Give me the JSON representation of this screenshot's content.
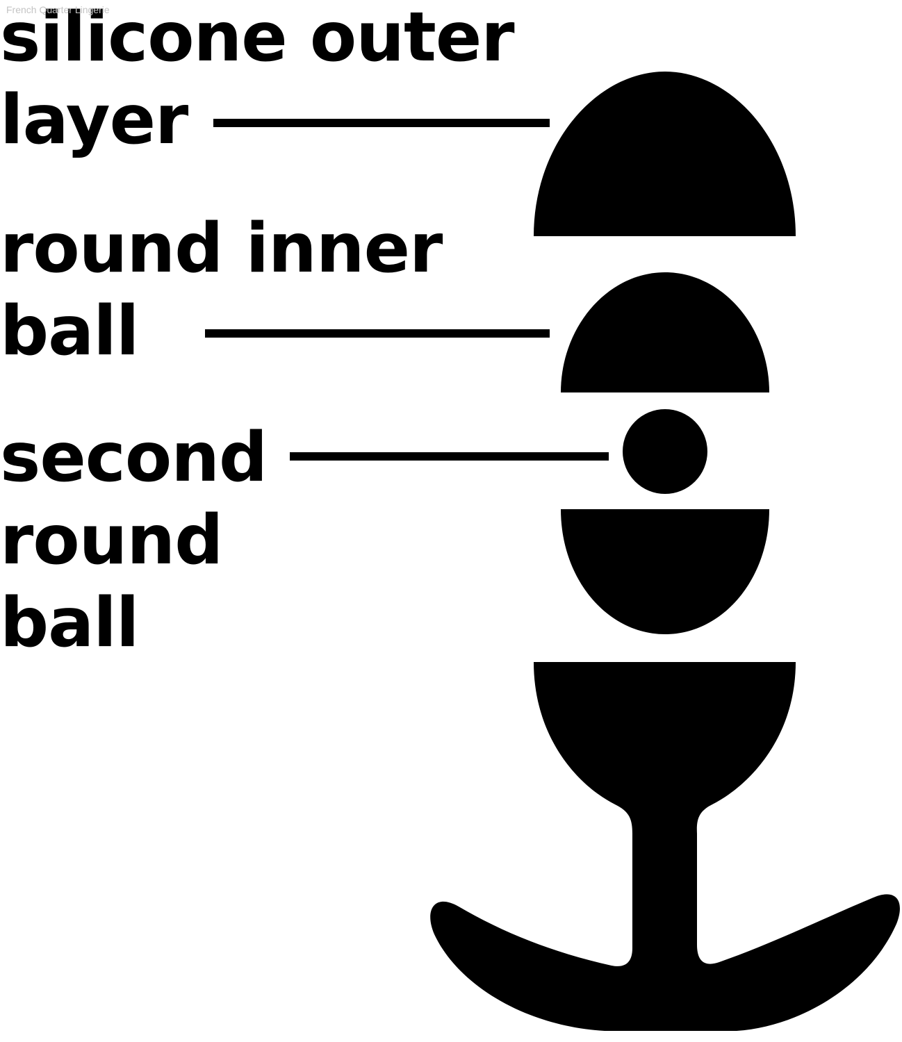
{
  "watermark": "French Quarter Lingerie",
  "labels": [
    {
      "line1": "silicone outer",
      "line2": "layer"
    },
    {
      "line1": "round inner",
      "line2": "ball"
    },
    {
      "line1": "second",
      "line2": "round",
      "line3": "ball"
    }
  ],
  "colors": {
    "ink": "#000000",
    "background": "#ffffff"
  }
}
